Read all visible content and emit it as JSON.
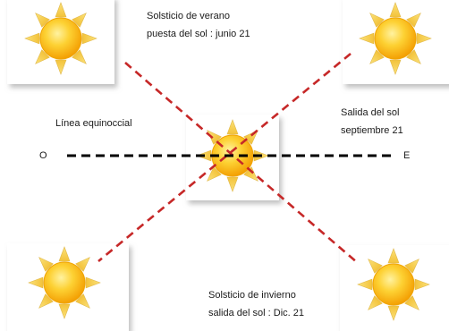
{
  "labels": {
    "summer": [
      "Solsticio de verano",
      "puesta del sol : junio 21"
    ],
    "equinox_line": "Línea  equinoccial",
    "sunrise_sept": [
      "Salida del sol",
      "septiembre 21"
    ],
    "west": "O",
    "east": "E",
    "winter": [
      "Solsticio de invierno",
      "salida del sol : Dic. 21"
    ]
  },
  "icons": [
    "sun-icon"
  ],
  "colors": {
    "diagonal_lines": "#c62828",
    "equinox_line": "#000000",
    "sun_core": "#f9b800",
    "sun_rays": "#f6d35a",
    "card_shadow": "#9a9a9a"
  }
}
